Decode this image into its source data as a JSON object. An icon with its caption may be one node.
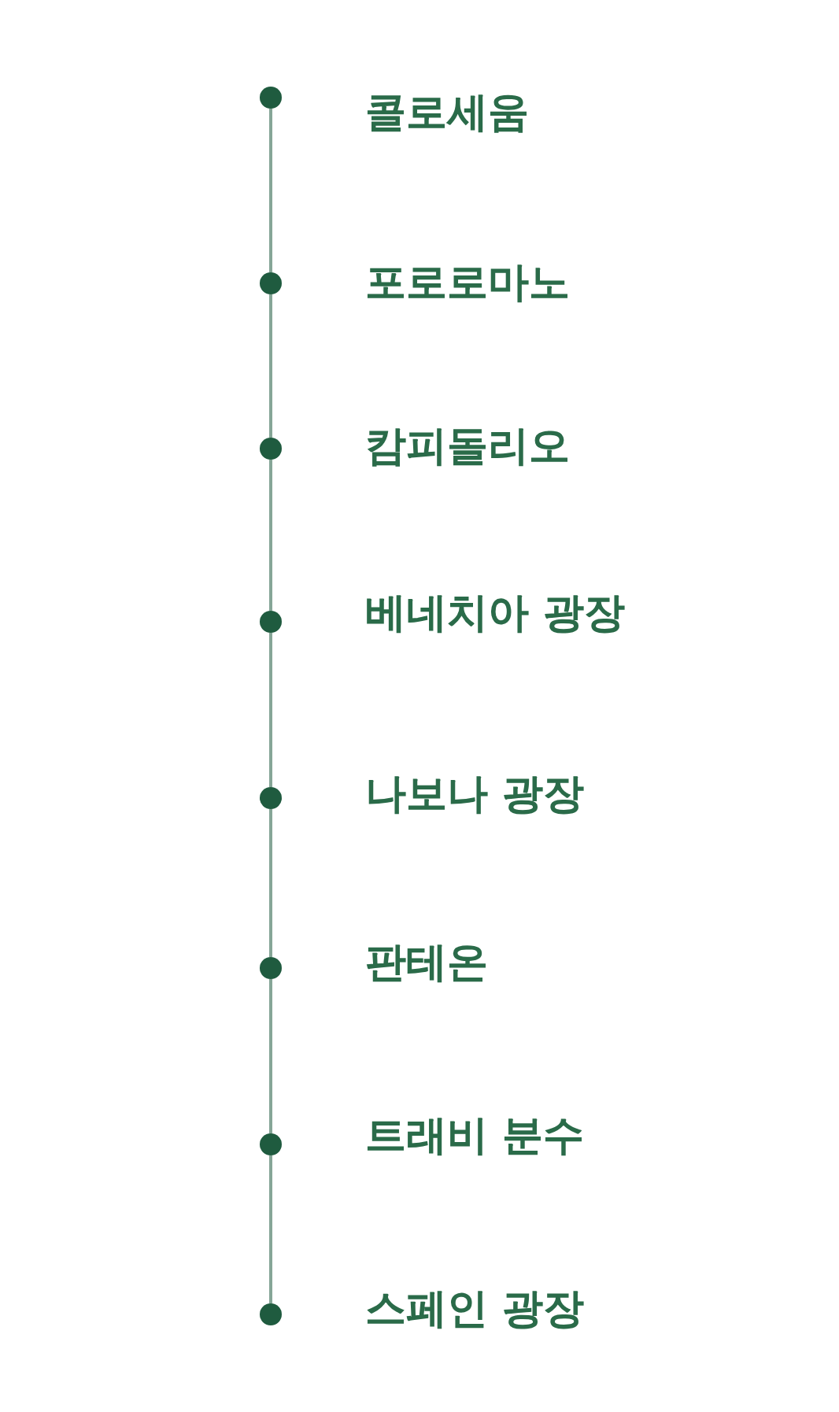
{
  "diagram": {
    "nodes": [
      {
        "text": [],
        "shape": "circle",
        "beside": [
          "콜로세움"
        ]
      },
      {
        "text": [],
        "shape": "circle",
        "beside": [
          "포로로마노"
        ]
      },
      {
        "text": [],
        "shape": "circle",
        "beside": [
          "캄피돌리오"
        ]
      },
      {
        "text": [],
        "shape": "circle",
        "beside": [
          "베네치아 광장"
        ]
      },
      {
        "text": [],
        "shape": "circle",
        "beside": [
          "나보나 광장"
        ]
      },
      {
        "text": [],
        "shape": "circle",
        "beside": [
          "판테온"
        ]
      },
      {
        "text": [],
        "shape": "circle",
        "beside": [
          "트래비 분수"
        ]
      },
      {
        "text": [],
        "shape": "circle",
        "beside": [
          "스페인 광장"
        ]
      }
    ],
    "edges": [
      {
        "from": 0,
        "to": 1,
        "arrow": "none"
      },
      {
        "from": 1,
        "to": 2,
        "arrow": "none"
      },
      {
        "from": 2,
        "to": 3,
        "arrow": "none"
      },
      {
        "from": 3,
        "to": 4,
        "arrow": "none"
      },
      {
        "from": 4,
        "to": 5,
        "arrow": "none"
      },
      {
        "from": 5,
        "to": 6,
        "arrow": "none"
      },
      {
        "from": 6,
        "to": 7,
        "arrow": "none"
      }
    ]
  }
}
